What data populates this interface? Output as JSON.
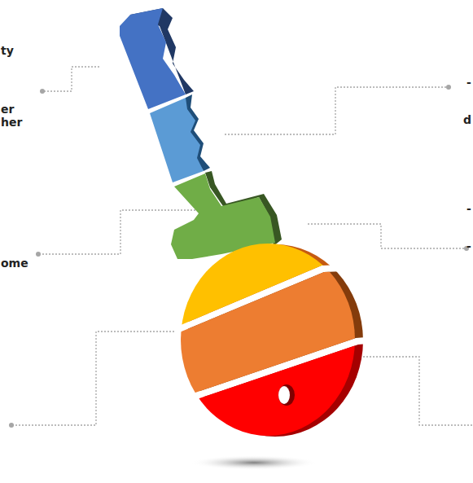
{
  "diagram": {
    "labels": [
      "ty",
      "er",
      "her",
      "ome",
      "-",
      "d",
      "-",
      "-"
    ]
  }
}
